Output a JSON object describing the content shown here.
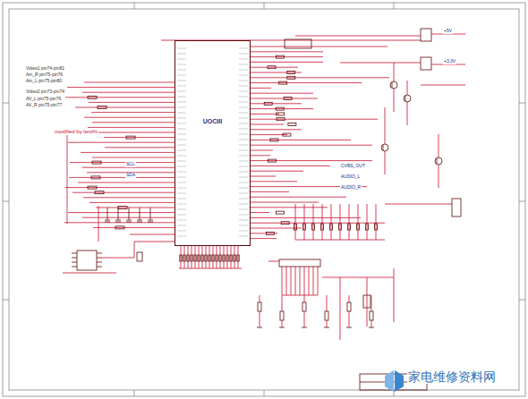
{
  "diagram": {
    "nodes": [
      {
        "text": [
          "UOCIII"
        ]
      }
    ],
    "labels": [
      "Video1 pin74-pin81",
      "Ain_R pin75-pin76",
      "Ain_L pin75-pin80",
      "Video2 pin73-pin74",
      "AV_L pin75-pin76",
      "AV_R pin75-pin77",
      "modified by lenzhi",
      "SCL",
      "SDA",
      "CVBS_OUT",
      "AUDIO_L",
      "AUDIO_R",
      "+5V",
      "+3.3V",
      "家电维修资料网"
    ]
  }
}
